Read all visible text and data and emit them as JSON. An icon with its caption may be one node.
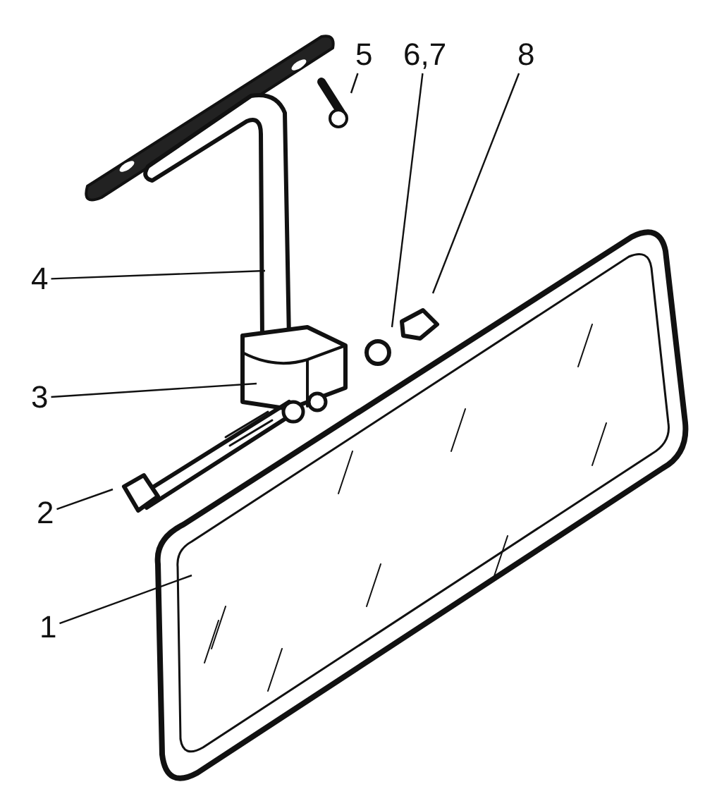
{
  "diagram": {
    "nodes": [
      {
        "text": [
          "5"
        ]
      },
      {
        "text": [
          "6,7"
        ]
      },
      {
        "text": [
          "8"
        ]
      },
      {
        "text": [
          "4"
        ]
      },
      {
        "text": [
          "3"
        ]
      },
      {
        "text": [
          "2"
        ]
      },
      {
        "text": [
          "1"
        ]
      }
    ],
    "edges": [
      {
        "from": 0,
        "to": null,
        "arrow": "none"
      },
      {
        "from": 1,
        "to": null,
        "arrow": "none"
      },
      {
        "from": 2,
        "to": null,
        "arrow": "none"
      },
      {
        "from": 3,
        "to": null,
        "arrow": "none"
      },
      {
        "from": 4,
        "to": null,
        "arrow": "none"
      },
      {
        "from": 5,
        "to": null,
        "arrow": "none"
      },
      {
        "from": 6,
        "to": null,
        "arrow": "none"
      }
    ]
  }
}
